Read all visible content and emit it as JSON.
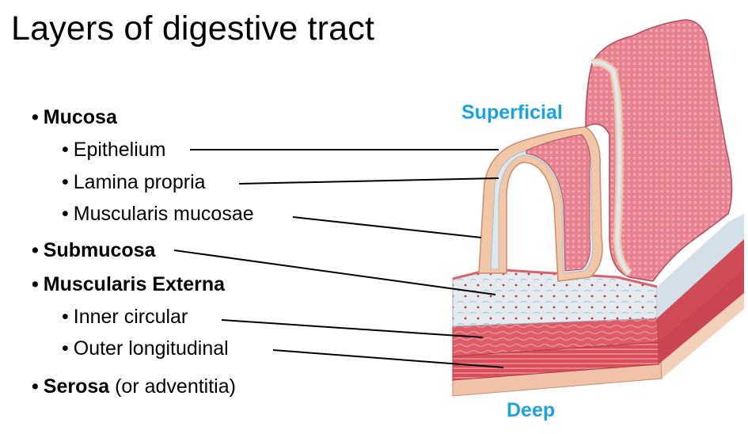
{
  "title": "Layers of digestive tract",
  "bullet": "•",
  "list": {
    "mucosa": "Mucosa",
    "epithelium": "Epithelium",
    "lamina_propria": "Lamina propria",
    "muscularis_mucosae": "Muscularis mucosae",
    "submucosa": "Submucosa",
    "muscularis_externa": "Muscularis Externa",
    "inner_circular": "Inner circular",
    "outer_longitudinal": "Outer longitudinal",
    "serosa": "Serosa",
    "serosa_note": "(or adventitia)"
  },
  "orientation": {
    "superficial": "Superficial",
    "deep": "Deep"
  },
  "colors": {
    "label_blue": "#1aa3df",
    "mucosa_pink": "#e77c8a",
    "epithelium_tan": "#f1c6a5",
    "submucosa_blue": "#dfe8ef",
    "muscle_red": "#d7525e"
  }
}
